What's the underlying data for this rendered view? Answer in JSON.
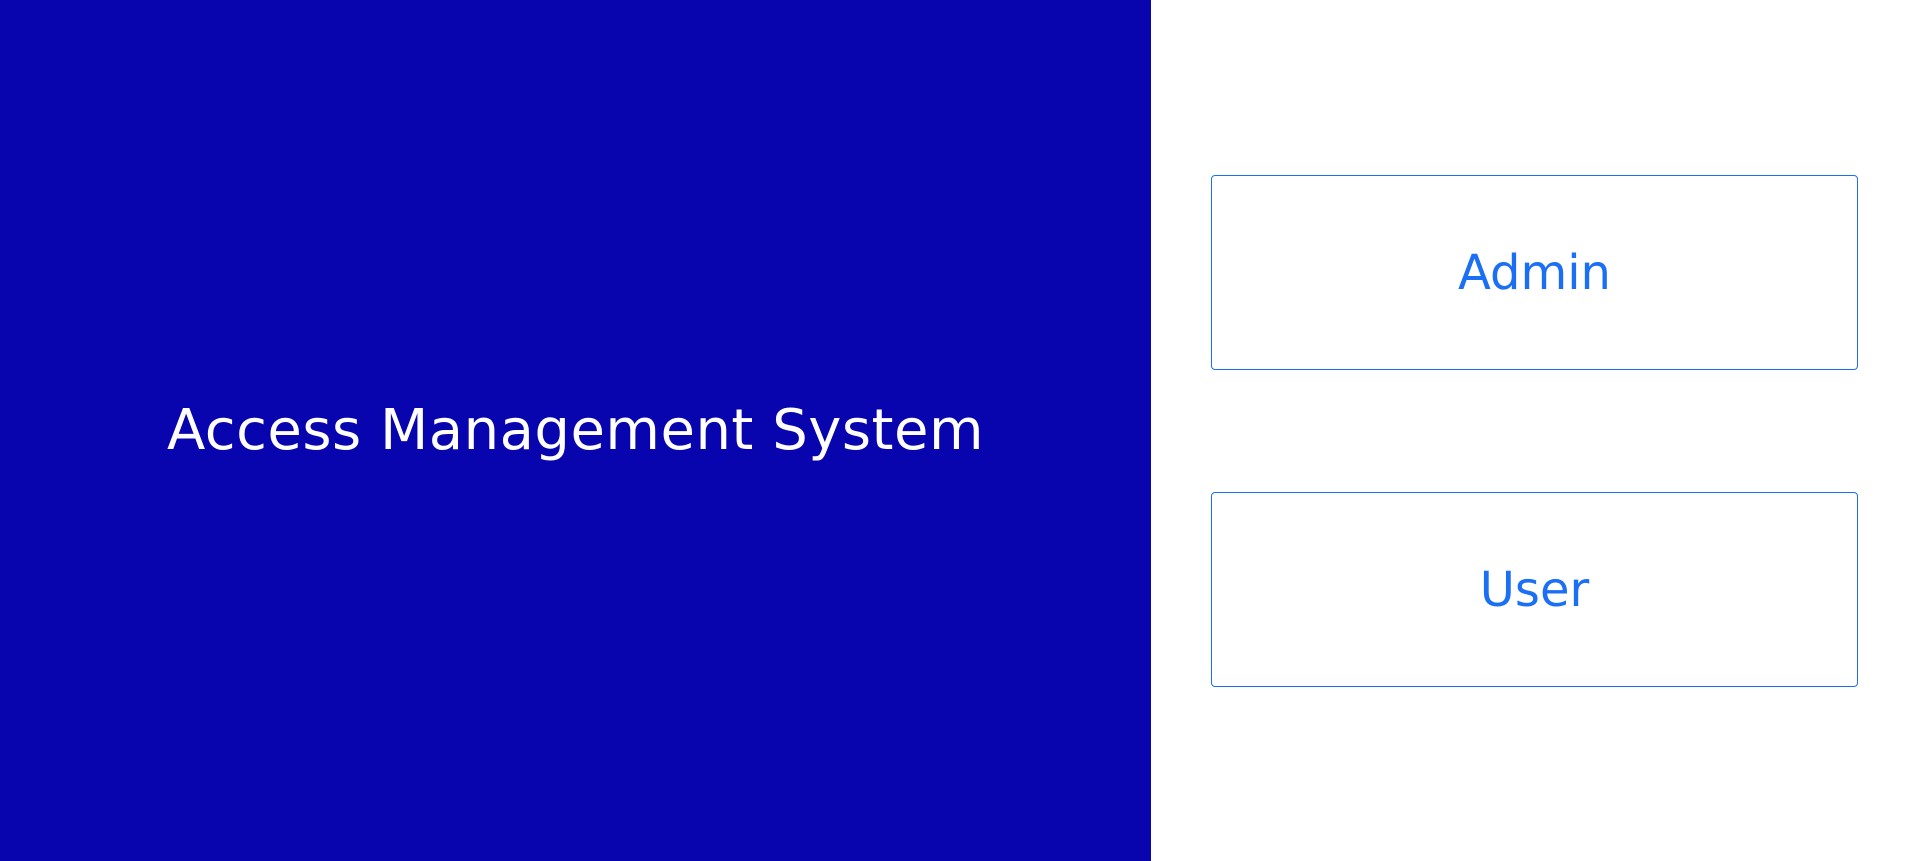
{
  "app": {
    "title": "Access Management System"
  },
  "roles": {
    "admin_label": "Admin",
    "user_label": "User"
  },
  "colors": {
    "brand_background": "#0805AE",
    "accent": "#1A6FF5",
    "panel_background": "#ffffff"
  }
}
